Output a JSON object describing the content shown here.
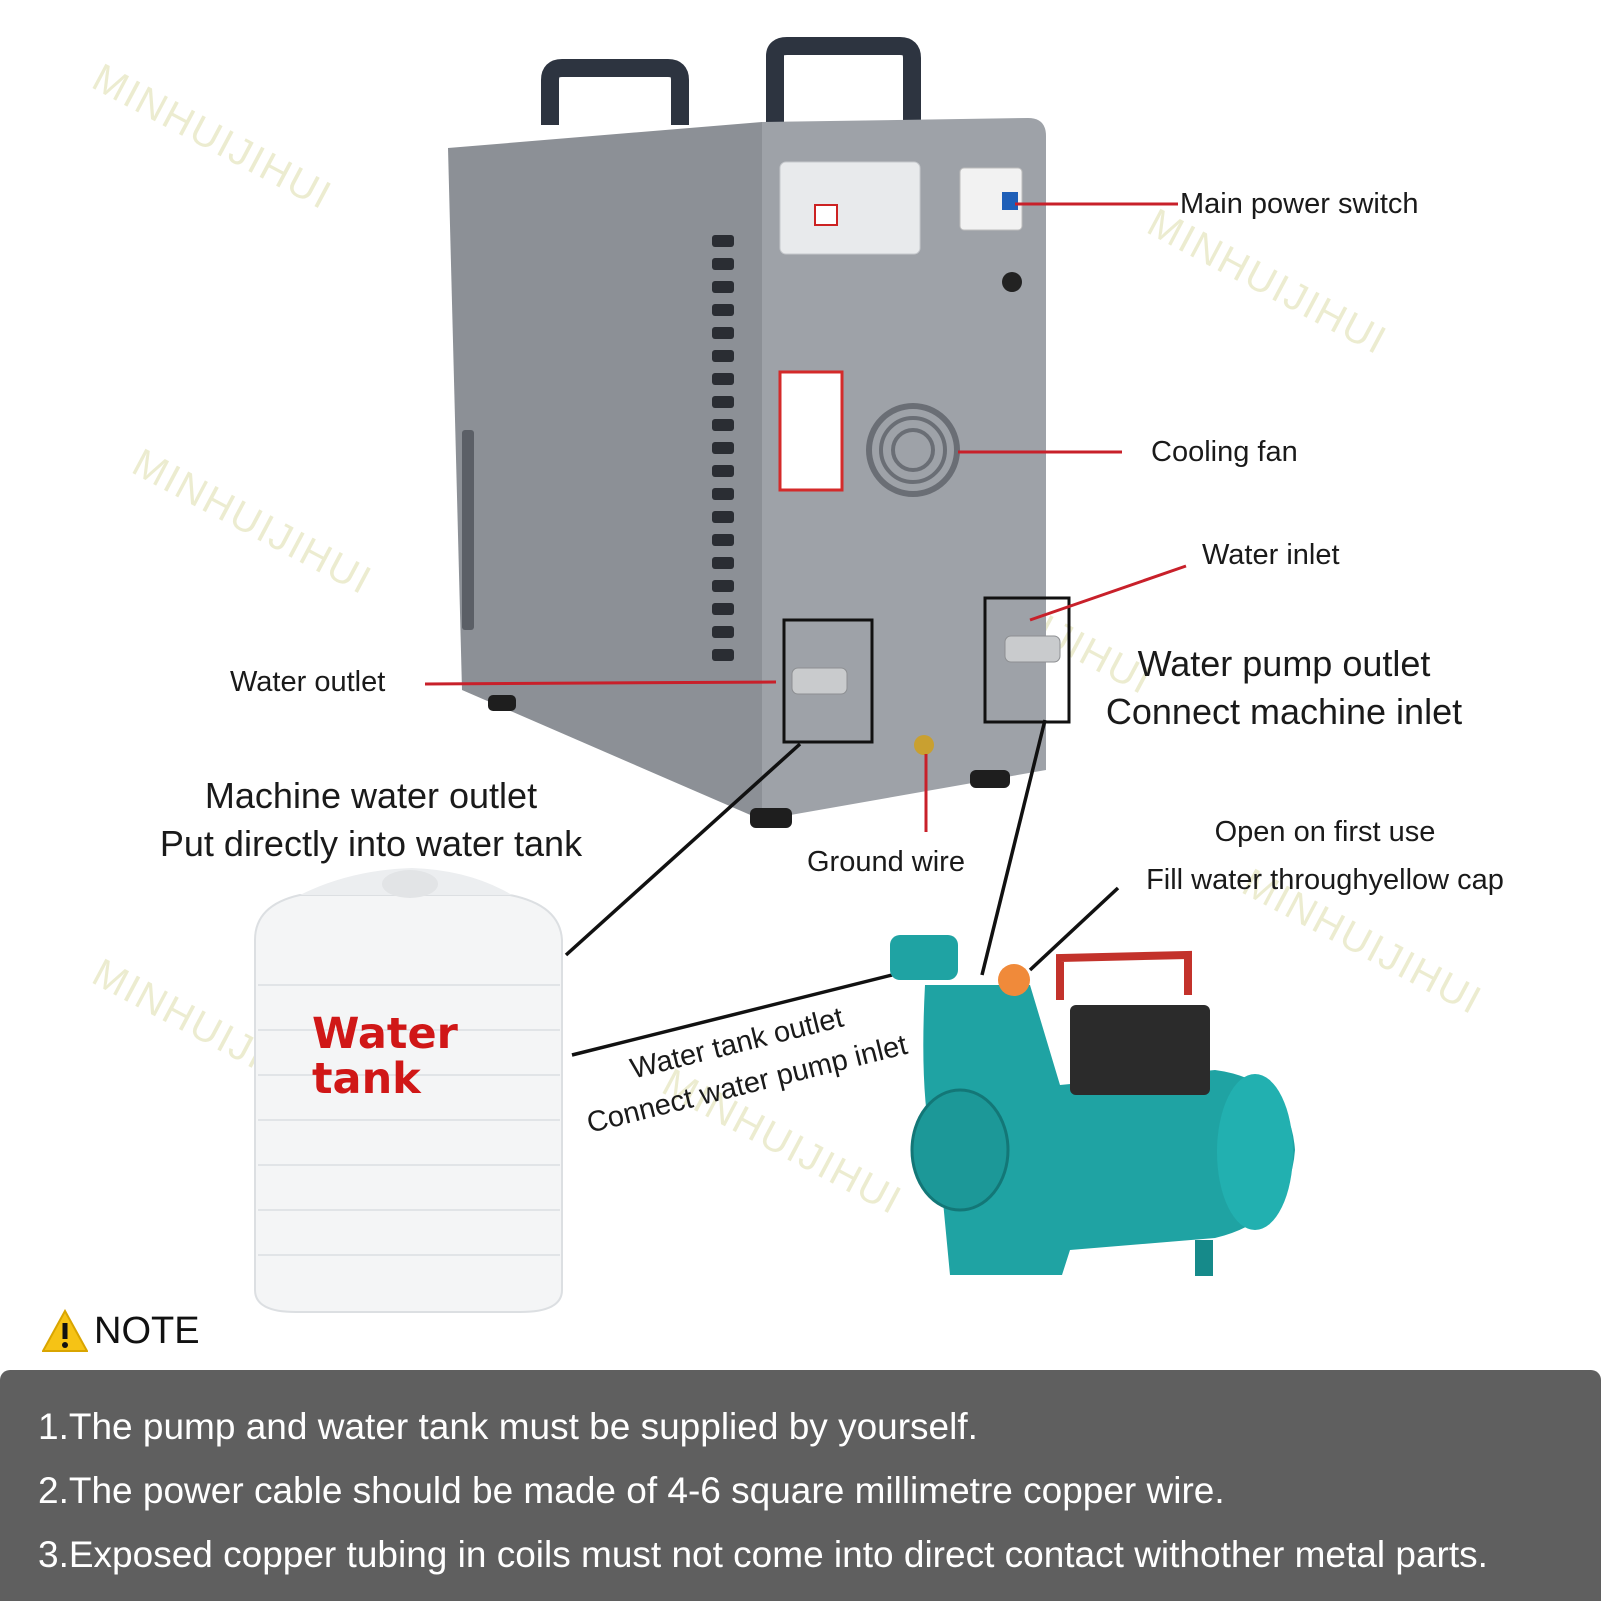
{
  "labels": {
    "main_power_switch": "Main power switch",
    "cooling_fan": "Cooling fan",
    "water_inlet": "Water inlet",
    "water_pump_outlet_1": "Water pump outlet",
    "water_pump_outlet_2": "Connect machine inlet",
    "water_outlet": "Water outlet",
    "machine_water_outlet_1": "Machine water outlet",
    "machine_water_outlet_2": "Put directly into water tank",
    "ground_wire": "Ground wire",
    "open_first_use_1": "Open on first use",
    "open_first_use_2": "Fill water throughyellow cap",
    "tank_outlet_1": "Water tank outlet",
    "tank_outlet_2": "Connect water pump inlet",
    "tank_line_1": "Water",
    "tank_line_2": "tank"
  },
  "watermark": "MINHUIJIHUI",
  "note": {
    "title": "NOTE",
    "items": [
      "1.The pump and water tank must be supplied by yourself.",
      "2.The power cable should be made of 4-6 square millimetre copper wire.",
      "3.Exposed copper tubing in coils must not come into direct contact withother metal parts."
    ]
  },
  "colors": {
    "machine_body": "#8c9096",
    "machine_front": "#9ea2a8",
    "pump_body": "#1fa3a3",
    "callout_line": "#c8202a",
    "connector_line": "#111111",
    "note_panel": "#5f5f5f",
    "tank_text": "#d01717"
  },
  "icons": [
    "warning-icon"
  ]
}
